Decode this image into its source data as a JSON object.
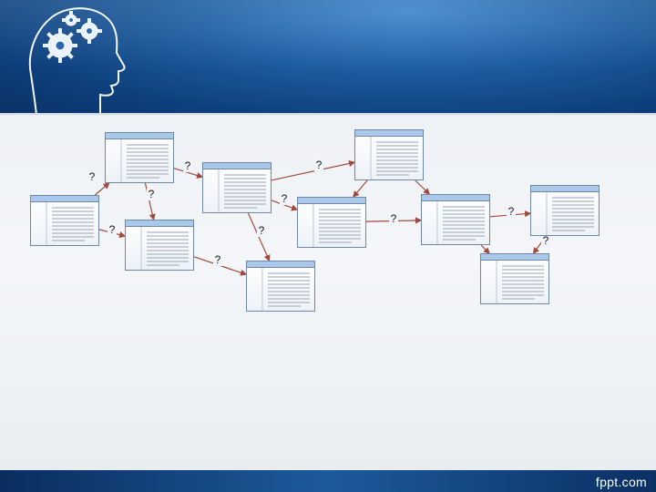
{
  "slide": {
    "brand": "fpptcom",
    "brand_text": "fppt.com"
  },
  "diagram": {
    "connector_color": "#a14a3c",
    "window_titlebar_color": "#a9c8ea",
    "window_border_color": "#6f87a6",
    "question_mark": "?",
    "windows": [
      {
        "id": "w1"
      },
      {
        "id": "w2"
      },
      {
        "id": "w3"
      },
      {
        "id": "w4"
      },
      {
        "id": "w5"
      },
      {
        "id": "w6"
      },
      {
        "id": "w7"
      },
      {
        "id": "w8"
      },
      {
        "id": "w9"
      },
      {
        "id": "w10"
      }
    ],
    "links": [
      {
        "from": "w1",
        "to": "w2",
        "label": "?"
      },
      {
        "from": "w2",
        "to": "w3",
        "label": "?"
      },
      {
        "from": "w2",
        "to": "w4",
        "label": "?"
      },
      {
        "from": "w1",
        "to": "w4",
        "label": "?"
      },
      {
        "from": "w3",
        "to": "w5",
        "label": "?"
      },
      {
        "from": "w3",
        "to": "w6",
        "label": "?"
      },
      {
        "from": "w3",
        "to": "w7",
        "label": "?"
      },
      {
        "from": "w4",
        "to": "w6",
        "label": "?"
      },
      {
        "from": "w5",
        "to": "w7",
        "label": ""
      },
      {
        "from": "w5",
        "to": "w8",
        "label": ""
      },
      {
        "from": "w7",
        "to": "w8",
        "label": "?"
      },
      {
        "from": "w8",
        "to": "w9",
        "label": "?"
      },
      {
        "from": "w8",
        "to": "w10",
        "label": ""
      },
      {
        "from": "w9",
        "to": "w10",
        "label": "?"
      }
    ]
  }
}
